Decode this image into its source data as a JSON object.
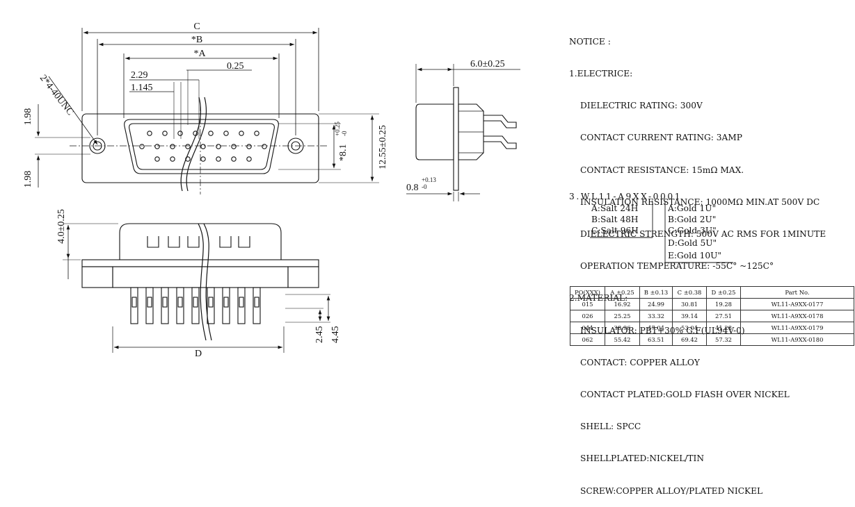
{
  "dimensions": {
    "c": "C",
    "b": "*B",
    "a": "*A",
    "d": "D",
    "pitch1": "2.29",
    "pitch2": "1.145",
    "gap": "0.25",
    "screw": "2*4-40UNC",
    "h198": "1.98",
    "h8_main": "*8.1",
    "h8_tol_up": "+0.25",
    "h8_tol_dn": "-0",
    "h1255": "12.55±0.25",
    "h40": "4.0±0.25",
    "t60": "6.0±0.25",
    "t08_main": "0.8",
    "t08_tol_up": "+0.13",
    "t08_tol_dn": "-0",
    "h245": "2.45",
    "h445": "4.45"
  },
  "notice": {
    "title": "NOTICE :",
    "electric_title": "1.ELECTRICE:",
    "electric": [
      "DIELECTRIC RATING: 300V",
      "CONTACT CURRENT RATING: 3AMP",
      "CONTACT RESISTANCE: 15mΩ MAX.",
      "INSULATION RESISTANCE: 1000MΩ MIN.AT 500V DC",
      "DIELECTRIC STRENGTH: 500V AC RMS FOR 1MINUTE",
      "OPERATION TEMPERATURE: -55C° ~125C°"
    ],
    "material_title": "2.MATERIAL:",
    "material": [
      "INSULATOR: PBT+30% G.F(UL94V-0)",
      "CONTACT: COPPER ALLOY",
      "CONTACT PLATED:GOLD FIASH OVER NICKEL",
      "SHELL: SPCC",
      "SHELLPLATED:NICKEL/TIN",
      "SCREW:COPPER ALLOY/PLATED NICKEL"
    ],
    "order_code": "3.WL11-A9XX-0001",
    "salt": [
      "A:Salt 24H",
      "B:Salt 48H",
      "C:Salt 96H"
    ],
    "gold": [
      "A:Gold 1U\"",
      "B:Gold 2U\"",
      "C:Gold 3U\"",
      "D:Gold 5U\"",
      "E:Gold 10U\""
    ]
  },
  "table": {
    "headers": [
      "PO(XXX)",
      "A ±0.25",
      "B ±0.13",
      "C ±0.38",
      "D ±0.25",
      "Part No."
    ],
    "rows": [
      [
        "015",
        "16.92",
        "24.99",
        "30.81",
        "19.28",
        "WL11-A9XX-0177"
      ],
      [
        "026",
        "25.25",
        "33.32",
        "39.14",
        "27.51",
        "WL11-A9XX-0178"
      ],
      [
        "044",
        "38.96",
        "47.04",
        "53.04",
        "41.28",
        "WL11-A9XX-0179"
      ],
      [
        "062",
        "55.42",
        "63.51",
        "69.42",
        "57.32",
        "WL11-A9XX-0180"
      ]
    ]
  }
}
